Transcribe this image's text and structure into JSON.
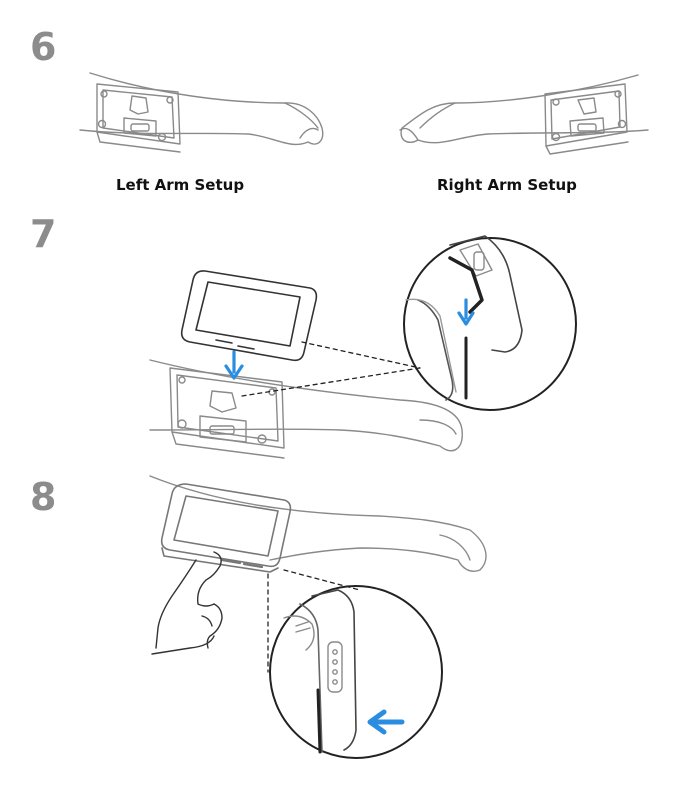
{
  "steps": [
    {
      "number": "6"
    },
    {
      "number": "7"
    },
    {
      "number": "8"
    }
  ],
  "captions": {
    "left": "Left Arm Setup",
    "right": "Right Arm Setup"
  },
  "colors": {
    "line": "#8a8a8a",
    "dark": "#222222",
    "accent": "#2a8de0",
    "step_number": "#8c8c8c"
  },
  "icons": [
    "down-arrow-icon",
    "left-arrow-icon"
  ]
}
